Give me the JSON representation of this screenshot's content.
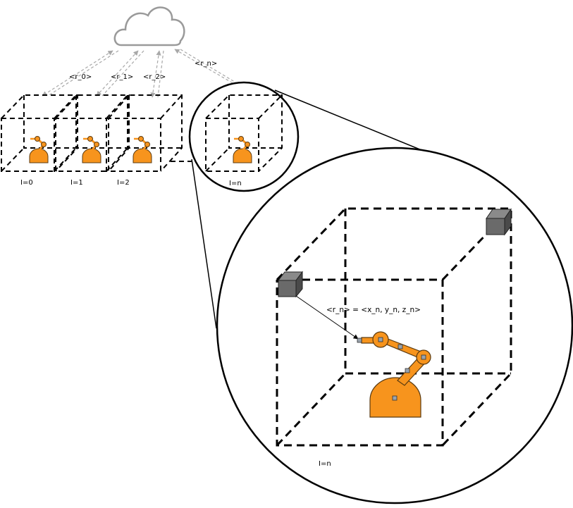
{
  "agents": [
    {
      "id_label": "I=0",
      "message": "<r_0>"
    },
    {
      "id_label": "I=1",
      "message": "<r_1>"
    },
    {
      "id_label": "I=2",
      "message": "<r_2>"
    },
    {
      "id_label": "I=n",
      "message": "<r_n>"
    }
  ],
  "zoom": {
    "equation": "<r_n> = <x_n, y_n, z_n>",
    "id_label": "I=n"
  },
  "colors": {
    "robot": "#f7941d",
    "cloud": "#9a9a9a",
    "marker": "#6a6a6a"
  },
  "icons": [
    "cloud-icon",
    "robot-arm-icon",
    "marker-cube-icon"
  ]
}
